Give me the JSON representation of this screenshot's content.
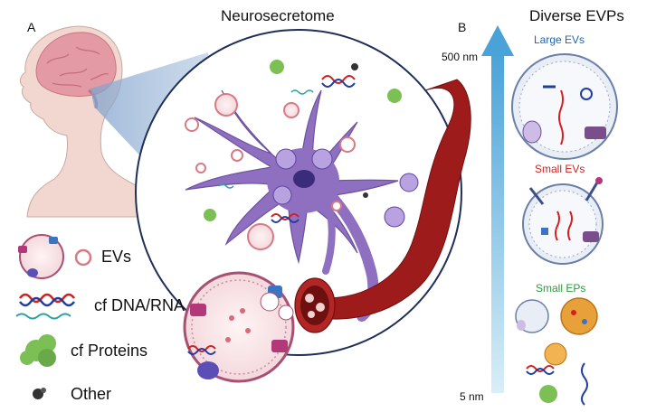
{
  "panels": {
    "a": "A",
    "b": "B"
  },
  "titles": {
    "neurosecretome": "Neurosecretome",
    "diverse": "Diverse EVPs"
  },
  "legend": {
    "evs": "EVs",
    "cf_dna_rna": "cf DNA/RNA",
    "cf_proteins": "cf Proteins",
    "other": "Other"
  },
  "axis": {
    "top": "500 nm",
    "bottom": "5 nm"
  },
  "sizes": {
    "large": "Large EVs",
    "small": "Small EVs",
    "eps": "Small EPs"
  },
  "colors": {
    "neuron": "#8f6fc0",
    "vessel": "#9e1b1b",
    "axis_arrow": "#6fb7df",
    "large_label": "#1f63b5",
    "small_label": "#d32020",
    "eps_label": "#2a9a3a"
  }
}
